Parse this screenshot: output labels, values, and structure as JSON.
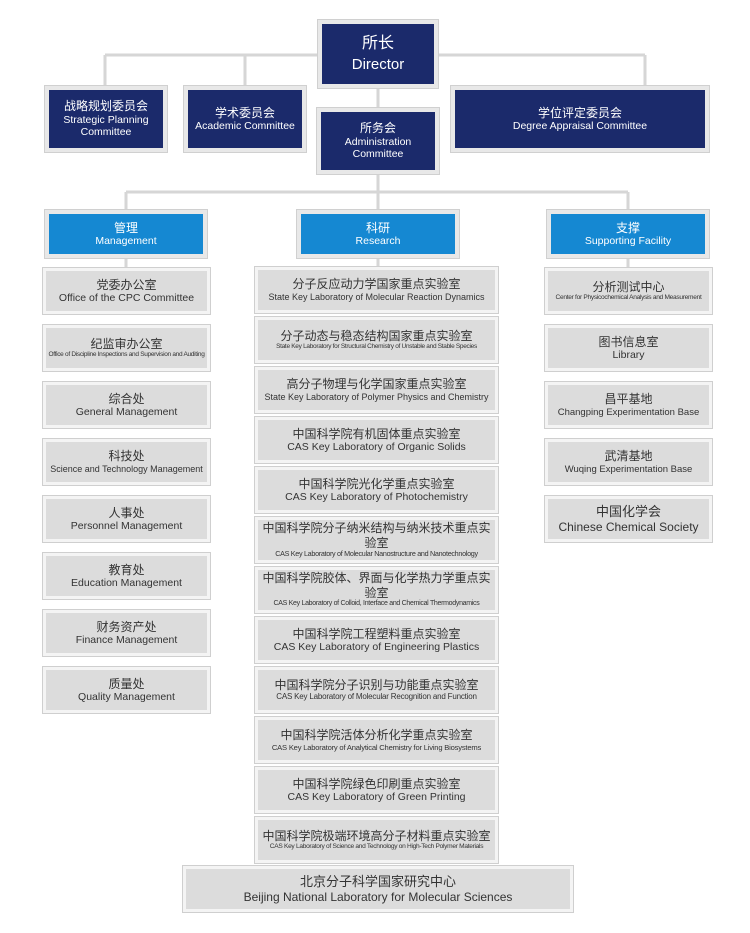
{
  "director": {
    "zh": "所长",
    "en": "Director"
  },
  "committees": [
    {
      "zh": "战略规划委员会",
      "en": "Strategic Planning Committee"
    },
    {
      "zh": "学术委员会",
      "en": "Academic Committee"
    },
    {
      "zh": "所务会",
      "en": "Administration Committee"
    },
    {
      "zh": "学位评定委员会",
      "en": "Degree Appraisal Committee"
    }
  ],
  "divisions": [
    {
      "zh": "管理",
      "en": "Management"
    },
    {
      "zh": "科研",
      "en": "Research"
    },
    {
      "zh": "支撑",
      "en": "Supporting Facility"
    }
  ],
  "management": [
    {
      "zh": "党委办公室",
      "en": "Office of the CPC Committee"
    },
    {
      "zh": "纪监审办公室",
      "en": "Office of Discipline Inspections and Supervision and Auditing"
    },
    {
      "zh": "综合处",
      "en": "General Management"
    },
    {
      "zh": "科技处",
      "en": "Science and Technology Management"
    },
    {
      "zh": "人事处",
      "en": "Personnel Management"
    },
    {
      "zh": "教育处",
      "en": "Education Management"
    },
    {
      "zh": "财务资产处",
      "en": "Finance Management"
    },
    {
      "zh": "质量处",
      "en": "Quality Management"
    }
  ],
  "research": [
    {
      "zh": "分子反应动力学国家重点实验室",
      "en": "State Key Laboratory of Molecular Reaction Dynamics"
    },
    {
      "zh": "分子动态与稳态结构国家重点实验室",
      "en": "State Key Laboratory for Structural Chemistry of Unstable and Stable Species"
    },
    {
      "zh": "高分子物理与化学国家重点实验室",
      "en": "State Key Laboratory of Polymer Physics and Chemistry"
    },
    {
      "zh": "中国科学院有机固体重点实验室",
      "en": "CAS Key Laboratory of Organic Solids"
    },
    {
      "zh": "中国科学院光化学重点实验室",
      "en": "CAS Key Laboratory of Photochemistry"
    },
    {
      "zh": "中国科学院分子纳米结构与纳米技术重点实验室",
      "en": "CAS Key Laboratory of Molecular Nanostructure and Nanotechnology"
    },
    {
      "zh": "中国科学院胶体、界面与化学热力学重点实验室",
      "en": "CAS Key Laboratory of Colloid, Interface and Chemical Thermodynamics"
    },
    {
      "zh": "中国科学院工程塑料重点实验室",
      "en": "CAS Key Laboratory of Engineering Plastics"
    },
    {
      "zh": "中国科学院分子识别与功能重点实验室",
      "en": "CAS Key Laboratory of Molecular Recognition and Function"
    },
    {
      "zh": "中国科学院活体分析化学重点实验室",
      "en": "CAS Key Laboratory of Analytical Chemistry for Living Biosystems"
    },
    {
      "zh": "中国科学院绿色印刷重点实验室",
      "en": "CAS Key Laboratory of Green Printing"
    },
    {
      "zh": "中国科学院极端环境高分子材料重点实验室",
      "en": "CAS Key Laboratory of Science and Technology on High-Tech Polymer Materials"
    }
  ],
  "support": [
    {
      "zh": "分析测试中心",
      "en": "Center for Physicochemical Analysis and Measurement"
    },
    {
      "zh": "图书信息室",
      "en": "Library"
    },
    {
      "zh": "昌平基地",
      "en": "Changping Experimentation Base"
    },
    {
      "zh": "武清基地",
      "en": "Wuqing Experimentation Base"
    },
    {
      "zh": "中国化学会",
      "en": "Chinese Chemical Society"
    }
  ],
  "national_lab": {
    "zh": "北京分子科学国家研究中心",
    "en": "Beijing National Laboratory for Molecular Sciences"
  },
  "colors": {
    "navy": "#1b2a6b",
    "blue": "#1588d2",
    "grey": "#dcdcdc",
    "connector": "#d6d6d6"
  }
}
